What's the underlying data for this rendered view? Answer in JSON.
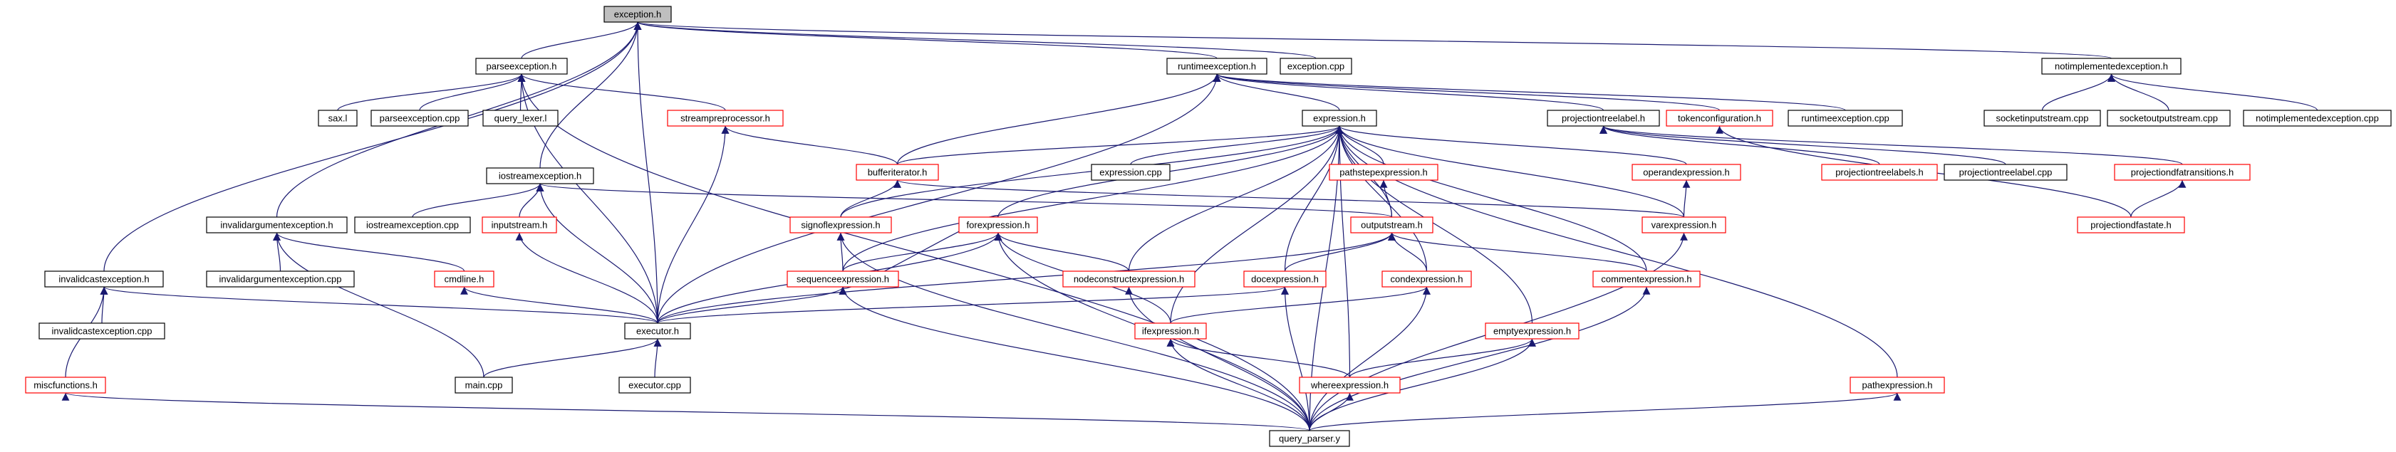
{
  "graph": {
    "nodes": [
      {
        "id": "exception_h",
        "label": "exception.h",
        "style": "root"
      },
      {
        "id": "parseexception_h",
        "label": "parseexception.h",
        "style": "normal"
      },
      {
        "id": "runtimeexception_h",
        "label": "runtimeexception.h",
        "style": "normal"
      },
      {
        "id": "exception_cpp",
        "label": "exception.cpp",
        "style": "normal"
      },
      {
        "id": "notimplementedexception_h",
        "label": "notimplementedexception.h",
        "style": "normal"
      },
      {
        "id": "sax_l",
        "label": "sax.l",
        "style": "normal"
      },
      {
        "id": "parseexception_cpp",
        "label": "parseexception.cpp",
        "style": "normal"
      },
      {
        "id": "query_lexer_l",
        "label": "query_lexer.l",
        "style": "normal"
      },
      {
        "id": "streampreprocessor_h",
        "label": "streampreprocessor.h",
        "style": "red"
      },
      {
        "id": "expression_h",
        "label": "expression.h",
        "style": "normal"
      },
      {
        "id": "projectiontreelabel_h",
        "label": "projectiontreelabel.h",
        "style": "normal"
      },
      {
        "id": "tokenconfiguration_h",
        "label": "tokenconfiguration.h",
        "style": "red"
      },
      {
        "id": "runtimeexception_cpp",
        "label": "runtimeexception.cpp",
        "style": "normal"
      },
      {
        "id": "socketinputstream_cpp",
        "label": "socketinputstream.cpp",
        "style": "normal"
      },
      {
        "id": "socketoutputstream_cpp",
        "label": "socketoutputstream.cpp",
        "style": "normal"
      },
      {
        "id": "notimplementedexception_cpp",
        "label": "notimplementedexception.cpp",
        "style": "normal"
      },
      {
        "id": "iostreamexception_h",
        "label": "iostreamexception.h",
        "style": "normal"
      },
      {
        "id": "bufferiterator_h",
        "label": "bufferiterator.h",
        "style": "red"
      },
      {
        "id": "expression_cpp",
        "label": "expression.cpp",
        "style": "normal"
      },
      {
        "id": "pathstepexpression_h",
        "label": "pathstepexpression.h",
        "style": "red"
      },
      {
        "id": "operandexpression_h",
        "label": "operandexpression.h",
        "style": "red"
      },
      {
        "id": "projectiontreelabels_h",
        "label": "projectiontreelabels.h",
        "style": "red"
      },
      {
        "id": "projectiontreelabel_cpp",
        "label": "projectiontreelabel.cpp",
        "style": "normal"
      },
      {
        "id": "projectiondfatransitions_h",
        "label": "projectiondfatransitions.h",
        "style": "red"
      },
      {
        "id": "invalidargumentexception_h",
        "label": "invalidargumentexception.h",
        "style": "normal"
      },
      {
        "id": "iostreamexception_cpp",
        "label": "iostreamexception.cpp",
        "style": "normal"
      },
      {
        "id": "inputstream_h",
        "label": "inputstream.h",
        "style": "red"
      },
      {
        "id": "signoflexpression_h",
        "label": "signoflexpression.h",
        "style": "red"
      },
      {
        "id": "forexpression_h",
        "label": "forexpression.h",
        "style": "red"
      },
      {
        "id": "outputstream_h",
        "label": "outputstream.h",
        "style": "red"
      },
      {
        "id": "varexpression_h",
        "label": "varexpression.h",
        "style": "red"
      },
      {
        "id": "projectiondfastate_h",
        "label": "projectiondfastate.h",
        "style": "red"
      },
      {
        "id": "invalidargumentexception_cpp",
        "label": "invalidargumentexception.cpp",
        "style": "normal"
      },
      {
        "id": "invalidcastexception_h",
        "label": "invalidcastexception.h",
        "style": "normal"
      },
      {
        "id": "cmdline_h",
        "label": "cmdline.h",
        "style": "red"
      },
      {
        "id": "sequenceexpression_h",
        "label": "sequenceexpression.h",
        "style": "red"
      },
      {
        "id": "nodeconstructexpression_h",
        "label": "nodeconstructexpression.h",
        "style": "red"
      },
      {
        "id": "docexpression_h",
        "label": "docexpression.h",
        "style": "red"
      },
      {
        "id": "condexpression_h",
        "label": "condexpression.h",
        "style": "red"
      },
      {
        "id": "commentexpression_h",
        "label": "commentexpression.h",
        "style": "red"
      },
      {
        "id": "invalidcastexception_cpp",
        "label": "invalidcastexception.cpp",
        "style": "normal"
      },
      {
        "id": "executor_h",
        "label": "executor.h",
        "style": "normal"
      },
      {
        "id": "ifexpression_h",
        "label": "ifexpression.h",
        "style": "red"
      },
      {
        "id": "emptyexpression_h",
        "label": "emptyexpression.h",
        "style": "red"
      },
      {
        "id": "miscfunctions_h",
        "label": "miscfunctions.h",
        "style": "red"
      },
      {
        "id": "main_cpp",
        "label": "main.cpp",
        "style": "normal"
      },
      {
        "id": "executor_cpp",
        "label": "executor.cpp",
        "style": "normal"
      },
      {
        "id": "whereexpression_h",
        "label": "whereexpression.h",
        "style": "red"
      },
      {
        "id": "pathexpression_h",
        "label": "pathexpression.h",
        "style": "red"
      },
      {
        "id": "query_parser_y",
        "label": "query_parser.y",
        "style": "normal"
      }
    ],
    "edges": [
      [
        "parseexception_h",
        "exception_h"
      ],
      [
        "runtimeexception_h",
        "exception_h"
      ],
      [
        "exception_cpp",
        "exception_h"
      ],
      [
        "notimplementedexception_h",
        "exception_h"
      ],
      [
        "iostreamexception_h",
        "exception_h"
      ],
      [
        "invalidargumentexception_h",
        "exception_h"
      ],
      [
        "invalidcastexception_h",
        "exception_h"
      ],
      [
        "executor_h",
        "exception_h"
      ],
      [
        "sax_l",
        "parseexception_h"
      ],
      [
        "parseexception_cpp",
        "parseexception_h"
      ],
      [
        "query_lexer_l",
        "parseexception_h"
      ],
      [
        "streampreprocessor_h",
        "parseexception_h"
      ],
      [
        "executor_h",
        "parseexception_h"
      ],
      [
        "query_parser_y",
        "parseexception_h"
      ],
      [
        "expression_h",
        "runtimeexception_h"
      ],
      [
        "projectiontreelabel_h",
        "runtimeexception_h"
      ],
      [
        "tokenconfiguration_h",
        "runtimeexception_h"
      ],
      [
        "runtimeexception_cpp",
        "runtimeexception_h"
      ],
      [
        "bufferiterator_h",
        "runtimeexception_h"
      ],
      [
        "executor_h",
        "runtimeexception_h"
      ],
      [
        "socketinputstream_cpp",
        "notimplementedexception_h"
      ],
      [
        "socketoutputstream_cpp",
        "notimplementedexception_h"
      ],
      [
        "notimplementedexception_cpp",
        "notimplementedexception_h"
      ],
      [
        "bufferiterator_h",
        "streampreprocessor_h"
      ],
      [
        "executor_h",
        "streampreprocessor_h"
      ],
      [
        "bufferiterator_h",
        "expression_h"
      ],
      [
        "expression_cpp",
        "expression_h"
      ],
      [
        "pathstepexpression_h",
        "expression_h"
      ],
      [
        "operandexpression_h",
        "expression_h"
      ],
      [
        "signoflexpression_h",
        "expression_h"
      ],
      [
        "forexpression_h",
        "expression_h"
      ],
      [
        "outputstream_h",
        "expression_h"
      ],
      [
        "varexpression_h",
        "expression_h"
      ],
      [
        "sequenceexpression_h",
        "expression_h"
      ],
      [
        "nodeconstructexpression_h",
        "expression_h"
      ],
      [
        "docexpression_h",
        "expression_h"
      ],
      [
        "condexpression_h",
        "expression_h"
      ],
      [
        "commentexpression_h",
        "expression_h"
      ],
      [
        "ifexpression_h",
        "expression_h"
      ],
      [
        "emptyexpression_h",
        "expression_h"
      ],
      [
        "whereexpression_h",
        "expression_h"
      ],
      [
        "pathexpression_h",
        "expression_h"
      ],
      [
        "query_parser_y",
        "expression_h"
      ],
      [
        "projectiontreelabels_h",
        "projectiontreelabel_h"
      ],
      [
        "projectiontreelabel_cpp",
        "projectiontreelabel_h"
      ],
      [
        "projectiondfatransitions_h",
        "projectiontreelabel_h"
      ],
      [
        "projectiondfastate_h",
        "tokenconfiguration_h"
      ],
      [
        "projectiondfastate_h",
        "projectiondfatransitions_h"
      ],
      [
        "iostreamexception_cpp",
        "iostreamexception_h"
      ],
      [
        "inputstream_h",
        "iostreamexception_h"
      ],
      [
        "outputstream_h",
        "iostreamexception_h"
      ],
      [
        "executor_h",
        "iostreamexception_h"
      ],
      [
        "signoflexpression_h",
        "bufferiterator_h"
      ],
      [
        "varexpression_h",
        "bufferiterator_h"
      ],
      [
        "varexpression_h",
        "operandexpression_h"
      ],
      [
        "outputstream_h",
        "pathstepexpression_h"
      ],
      [
        "executor_h",
        "inputstream_h"
      ],
      [
        "invalidargumentexception_cpp",
        "invalidargumentexception_h"
      ],
      [
        "cmdline_h",
        "invalidargumentexception_h"
      ],
      [
        "main_cpp",
        "invalidargumentexception_h"
      ],
      [
        "sequenceexpression_h",
        "signoflexpression_h"
      ],
      [
        "query_parser_y",
        "signoflexpression_h"
      ],
      [
        "sequenceexpression_h",
        "forexpression_h"
      ],
      [
        "nodeconstructexpression_h",
        "forexpression_h"
      ],
      [
        "executor_h",
        "forexpression_h"
      ],
      [
        "ifexpression_h",
        "forexpression_h"
      ],
      [
        "query_parser_y",
        "forexpression_h"
      ],
      [
        "docexpression_h",
        "outputstream_h"
      ],
      [
        "condexpression_h",
        "outputstream_h"
      ],
      [
        "commentexpression_h",
        "outputstream_h"
      ],
      [
        "executor_h",
        "outputstream_h"
      ],
      [
        "query_parser_y",
        "varexpression_h"
      ],
      [
        "invalidcastexception_cpp",
        "invalidcastexception_h"
      ],
      [
        "miscfunctions_h",
        "invalidcastexception_h"
      ],
      [
        "executor_h",
        "invalidcastexception_h"
      ],
      [
        "executor_h",
        "cmdline_h"
      ],
      [
        "forexpression_h",
        "sequenceexpression_h"
      ],
      [
        "executor_h",
        "sequenceexpression_h"
      ],
      [
        "query_parser_y",
        "sequenceexpression_h"
      ],
      [
        "query_parser_y",
        "nodeconstructexpression_h"
      ],
      [
        "executor_h",
        "docexpression_h"
      ],
      [
        "query_parser_y",
        "docexpression_h"
      ],
      [
        "ifexpression_h",
        "condexpression_h"
      ],
      [
        "query_parser_y",
        "condexpression_h"
      ],
      [
        "query_parser_y",
        "commentexpression_h"
      ],
      [
        "main_cpp",
        "executor_h"
      ],
      [
        "executor_cpp",
        "executor_h"
      ],
      [
        "whereexpression_h",
        "ifexpression_h"
      ],
      [
        "query_parser_y",
        "ifexpression_h"
      ],
      [
        "whereexpression_h",
        "emptyexpression_h"
      ],
      [
        "query_parser_y",
        "emptyexpression_h"
      ],
      [
        "query_parser_y",
        "miscfunctions_h"
      ],
      [
        "query_parser_y",
        "whereexpression_h"
      ],
      [
        "query_parser_y",
        "pathexpression_h"
      ]
    ]
  },
  "colors": {
    "edge": "#191970",
    "node_border": "#000000",
    "node_border_red": "#ff0000",
    "root_fill": "#bfbfbf",
    "node_fill": "#ffffff"
  }
}
